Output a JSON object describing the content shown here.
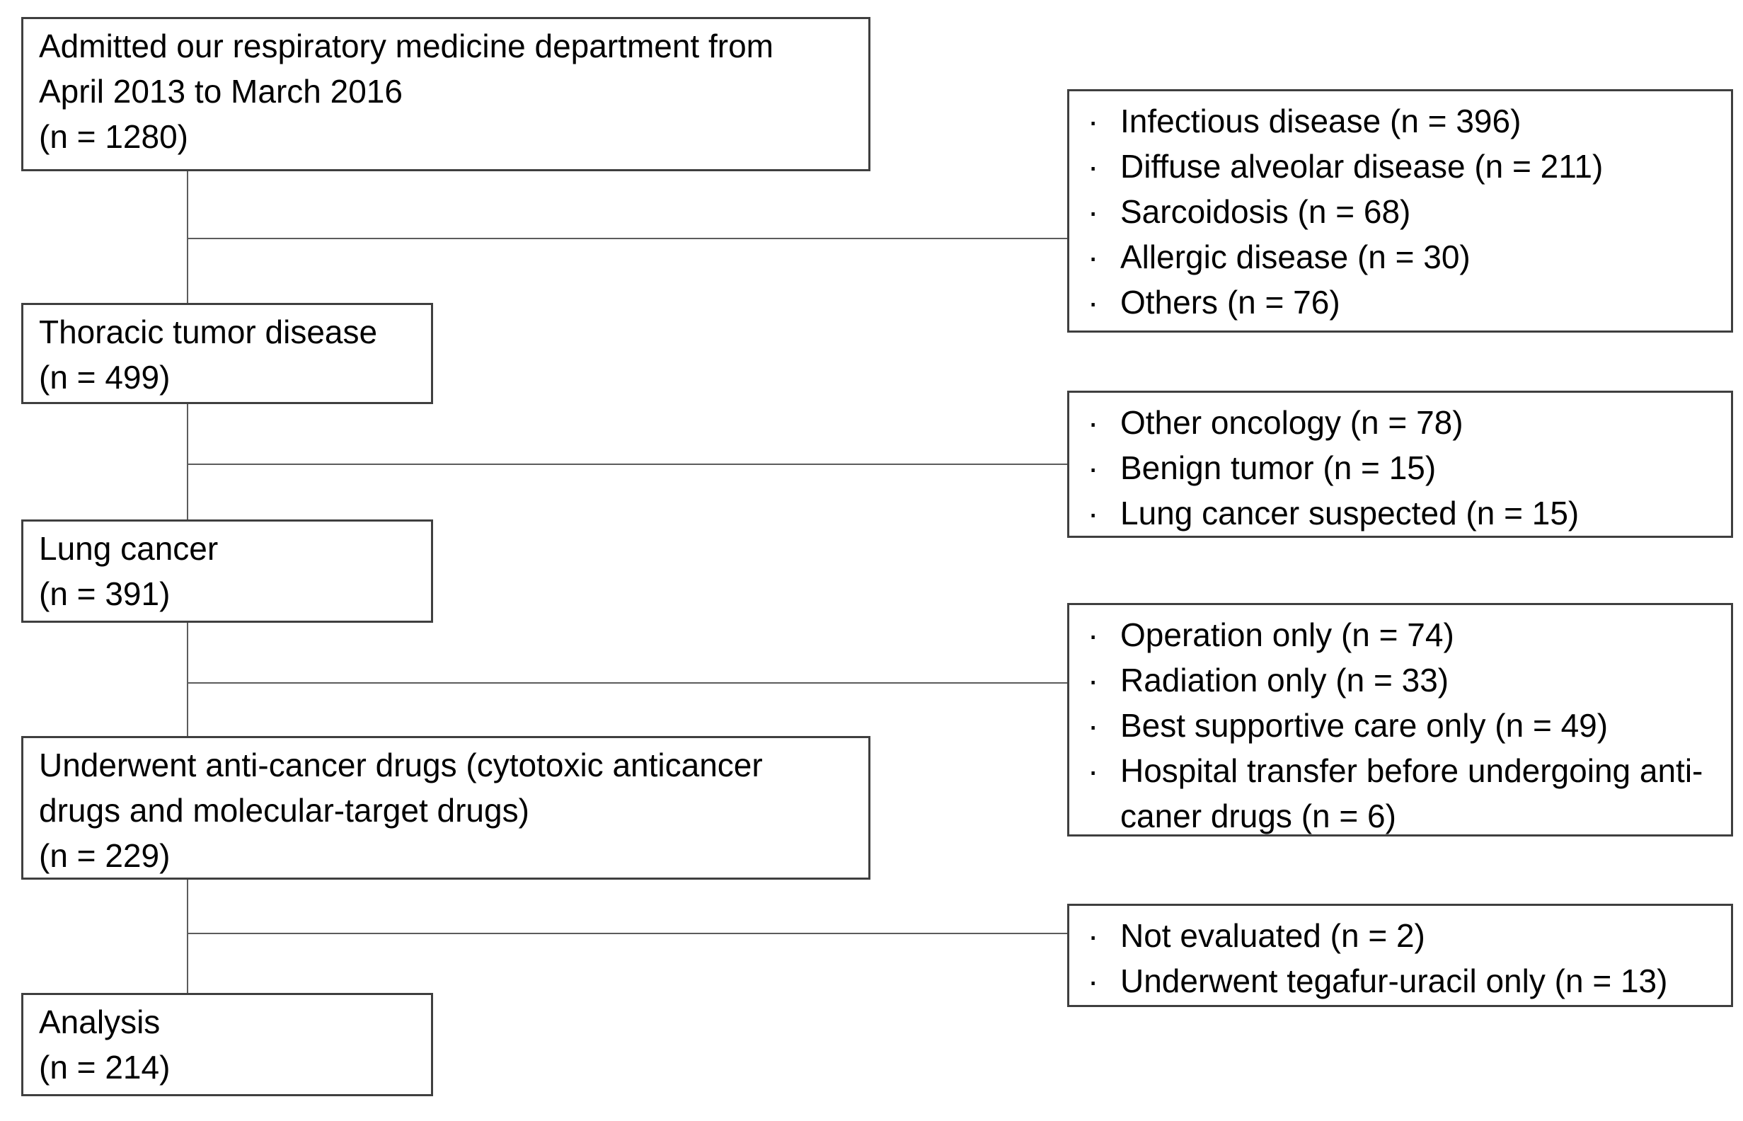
{
  "diagram": {
    "type": "patient-flowchart",
    "bullet_char": "·",
    "colors": {
      "background": "#ffffff",
      "box_border": "#3f3f3f",
      "connector": "#5c5c5c",
      "text": "#000000"
    },
    "main_flow": [
      {
        "name": "admitted",
        "lines": [
          "Admitted our respiratory medicine department from",
          "April 2013 to March 2016",
          "(n = 1280)"
        ]
      },
      {
        "name": "thoracic-tumor-disease",
        "lines": [
          "Thoracic tumor disease",
          "(n = 499)"
        ]
      },
      {
        "name": "lung-cancer",
        "lines": [
          "Lung cancer",
          "(n = 391)"
        ]
      },
      {
        "name": "underwent-anti-cancer-drugs",
        "lines": [
          "Underwent anti-cancer drugs (cytotoxic anticancer",
          "drugs and molecular-target drugs)",
          "(n = 229)"
        ]
      },
      {
        "name": "analysis",
        "lines": [
          "Analysis",
          "(n = 214)"
        ]
      }
    ],
    "exclusions": [
      {
        "name": "exclusions-after-admission",
        "items": [
          "Infectious disease (n = 396)",
          "Diffuse alveolar disease (n = 211)",
          "Sarcoidosis (n = 68)",
          "Allergic disease (n = 30)",
          "Others (n = 76)"
        ]
      },
      {
        "name": "exclusions-after-thoracic-tumor",
        "items": [
          "Other oncology (n = 78)",
          "Benign tumor (n = 15)",
          "Lung cancer suspected (n = 15)"
        ]
      },
      {
        "name": "exclusions-after-lung-cancer",
        "items": [
          "Operation only (n = 74)",
          "Radiation only (n = 33)",
          "Best supportive care only (n = 49)",
          "Hospital transfer before undergoing anti-caner drugs (n = 6)"
        ]
      },
      {
        "name": "exclusions-after-drugs",
        "items": [
          "Not evaluated (n = 2)",
          "Underwent tegafur-uracil only (n = 13)"
        ]
      }
    ]
  }
}
